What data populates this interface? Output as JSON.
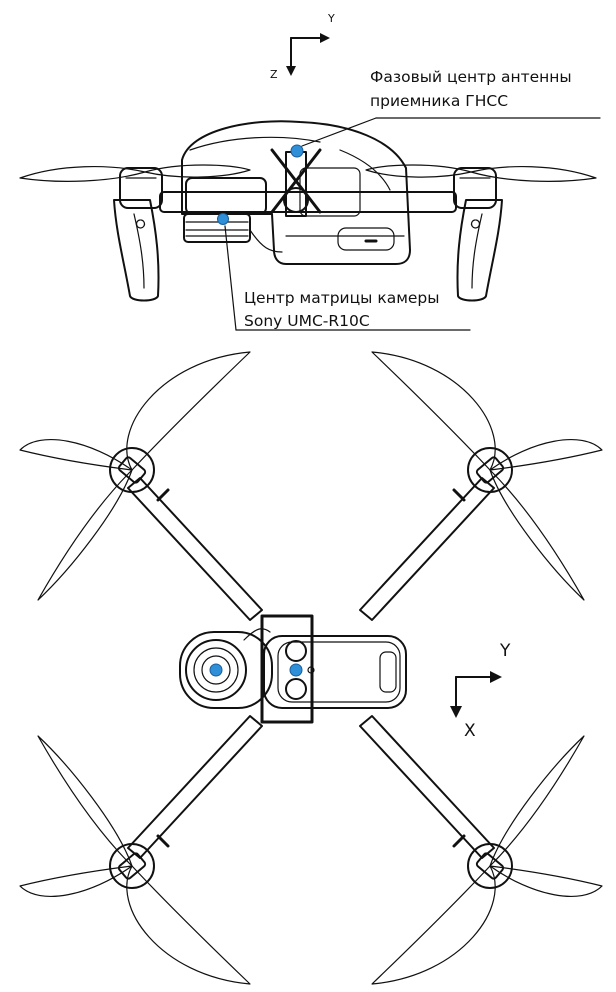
{
  "annotations": {
    "gnss_antenna_label_line1": "Фазовый центр антенны",
    "gnss_antenna_label_line2": "приемника ГНСС",
    "camera_sensor_label_line1": "Центр матрицы камеры",
    "camera_sensor_label_line2": "Sony UMC-R10C"
  },
  "axes_side_view": {
    "horizontal": "Y",
    "vertical": "Z"
  },
  "axes_top_view": {
    "horizontal": "Y",
    "vertical": "X"
  },
  "marker_color": "#2f8fd8"
}
